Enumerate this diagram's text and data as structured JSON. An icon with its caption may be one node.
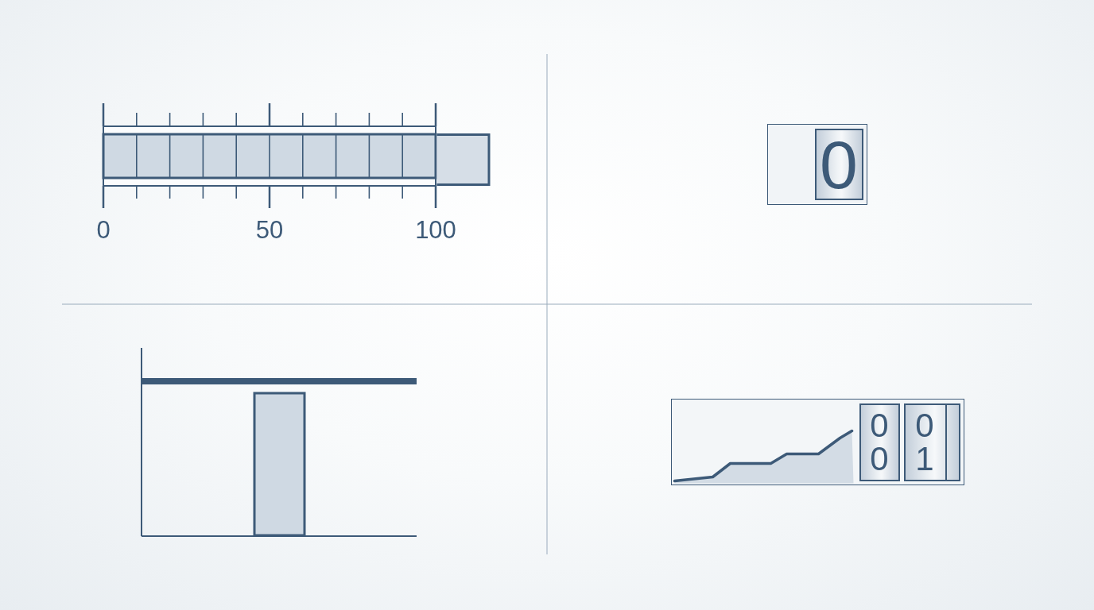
{
  "diagram": {
    "nodes": [
      {
        "text": [],
        "shape": "box"
      },
      {
        "text": [
          "0"
        ],
        "in": 0
      },
      {
        "text": [],
        "shape": "box"
      },
      {
        "text": [
          "0",
          "0"
        ],
        "in": 2
      },
      {
        "text": [
          "0",
          "1"
        ],
        "in": 2
      }
    ],
    "labels": [
      "0",
      "50",
      "100"
    ]
  }
}
